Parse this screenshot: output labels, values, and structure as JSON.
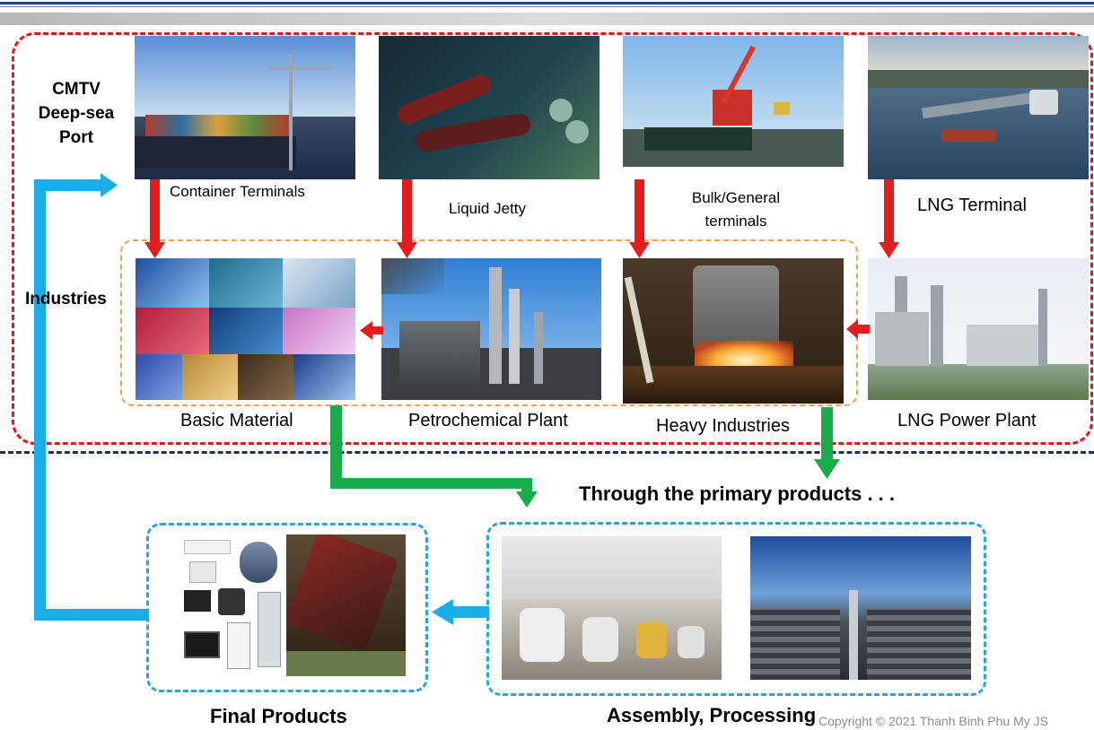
{
  "labels": {
    "port_title": "CMTV Deep-sea Port",
    "port_line1": "CMTV",
    "port_line2": "Deep-sea",
    "port_line3": "Port",
    "industries": "Industries",
    "container_terminals": "Container Terminals",
    "liquid_jetty": "Liquid Jetty",
    "bulk_line1": "Bulk/General",
    "bulk_line2": "terminals",
    "lng_terminal": "LNG Terminal",
    "basic_material": "Basic Material",
    "petrochemical_plant": "Petrochemical Plant",
    "heavy_industries": "Heavy Industries",
    "lng_power_plant": "LNG Power Plant",
    "through_primary": "Through the primary products . . .",
    "final_products": "Final Products",
    "assembly_processing": "Assembly, Processing",
    "copyright": "Copyright © 2021 Thanh Binh Phu My JS"
  },
  "colors": {
    "red_arrow": "#e51c1c",
    "green_arrow": "#1aab4a",
    "blue_arrow": "#19aee8",
    "red_frame": "#e01818",
    "orange_frame": "#f0a050",
    "blue_frame": "#2aa3df",
    "navy_divider": "#1f2f5f"
  }
}
